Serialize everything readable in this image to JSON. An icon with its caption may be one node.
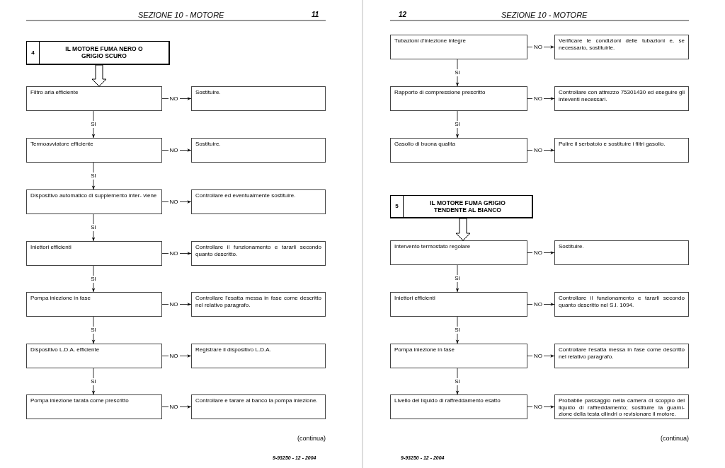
{
  "diagram": {
    "nodes": [
      {
        "text": [
          "4",
          "IL MOTORE FUMA NERO O GRIGIO SCURO"
        ]
      },
      {
        "text": [
          "Filtro aria efficiente"
        ]
      },
      {
        "text": [
          "Sostituire."
        ]
      },
      {
        "text": [
          "Termoavviatore efficiente"
        ]
      },
      {
        "text": [
          "Sostituire."
        ]
      },
      {
        "text": [
          "Dispositivo automatico di supplemento inter- viene"
        ]
      },
      {
        "text": [
          "Controllare ed eventualmente sostituire."
        ]
      },
      {
        "text": [
          "Iniettori efficienti"
        ]
      },
      {
        "text": [
          "Controllare il funzionamento e tararli secondo quanto descritto."
        ]
      },
      {
        "text": [
          "Pompa iniezione in fase"
        ]
      },
      {
        "text": [
          "Controllare l'esatta messa in fase come descritto nel relativo paragrafo."
        ]
      },
      {
        "text": [
          "Dispositivo L.D.A. efficiente"
        ]
      },
      {
        "text": [
          "Registrare il dispositivo L.D.A."
        ]
      },
      {
        "text": [
          "Pompa iniezione tarata come prescritto"
        ]
      },
      {
        "text": [
          "Controllare e tarare al banco la pompa iniezione."
        ]
      },
      {
        "text": [
          "Tubazioni d'iniezione integre"
        ]
      },
      {
        "text": [
          "Verificare le condizioni delle tubazioni e, se necessario, sostituirle."
        ]
      },
      {
        "text": [
          "Rapporto di compressione prescritto"
        ]
      },
      {
        "text": [
          "Controllare con attrezzo 75301430 ed eseguire gli inteventi necessari."
        ]
      },
      {
        "text": [
          "Gasolio di buona qualita"
        ]
      },
      {
        "text": [
          "Pulire il serbatoio e sostituire i filtri gasolio."
        ]
      },
      {
        "text": [
          "5",
          "IL MOTORE FUMA GRIGIO TENDENTE AL BIANCO"
        ]
      },
      {
        "text": [
          "Intervento termostato regolare"
        ]
      },
      {
        "text": [
          "Sostituire."
        ]
      },
      {
        "text": [
          "Iniettori efficienti"
        ]
      },
      {
        "text": [
          "Controllare il funzionamento e tararli secondo quanto descritto nel S.I. 1094."
        ]
      },
      {
        "text": [
          "Pompa iniezione in fase"
        ]
      },
      {
        "text": [
          "Controllare l'esatta messa in fase come descritto nel relativo paragrafo."
        ]
      },
      {
        "text": [
          "Livello del liquido di raffreddamento esatto"
        ]
      },
      {
        "text": [
          "Probabile passaggio nella camera di scoppio del liquido di raffreddamento; sostituire la guarni- zione della testa cilindri o revisionare il motore."
        ]
      }
    ],
    "edges": [
      {
        "from": 0,
        "to": 1,
        "arrow": "to",
        "style": "thick"
      },
      {
        "from": 1,
        "to": 2,
        "arrow": "to",
        "label": "NO"
      },
      {
        "from": 1,
        "to": 3,
        "arrow": "to",
        "label": "SI"
      },
      {
        "from": 3,
        "to": 4,
        "arrow": "to",
        "label": "NO"
      },
      {
        "from": 3,
        "to": 5,
        "arrow": "to",
        "label": "SI"
      },
      {
        "from": 5,
        "to": 6,
        "arrow": "to",
        "label": "NO"
      },
      {
        "from": 5,
        "to": 7,
        "arrow": "to",
        "label": "SI"
      },
      {
        "from": 7,
        "to": 8,
        "arrow": "to",
        "label": "NO"
      },
      {
        "from": 7,
        "to": 9,
        "arrow": "to",
        "label": "SI"
      },
      {
        "from": 9,
        "to": 10,
        "arrow": "to",
        "label": "NO"
      },
      {
        "from": 9,
        "to": 11,
        "arrow": "to",
        "label": "SI"
      },
      {
        "from": 11,
        "to": 12,
        "arrow": "to",
        "label": "NO"
      },
      {
        "from": 11,
        "to": 13,
        "arrow": "to",
        "label": "SI"
      },
      {
        "from": 13,
        "to": 14,
        "arrow": "to",
        "label": "NO"
      },
      {
        "from": 15,
        "to": 16,
        "arrow": "to",
        "label": "NO"
      },
      {
        "from": 15,
        "to": 17,
        "arrow": "to",
        "label": "SI"
      },
      {
        "from": 17,
        "to": 18,
        "arrow": "to",
        "label": "NO"
      },
      {
        "from": 17,
        "to": 19,
        "arrow": "to",
        "label": "SI"
      },
      {
        "from": 19,
        "to": 20,
        "arrow": "to",
        "label": "NO"
      },
      {
        "from": 21,
        "to": 22,
        "arrow": "to",
        "style": "thick"
      },
      {
        "from": 22,
        "to": 23,
        "arrow": "to",
        "label": "NO"
      },
      {
        "from": 22,
        "to": 24,
        "arrow": "to",
        "label": "SI"
      },
      {
        "from": 24,
        "to": 25,
        "arrow": "to",
        "label": "NO"
      },
      {
        "from": 24,
        "to": 26,
        "arrow": "to",
        "label": "SI"
      },
      {
        "from": 26,
        "to": 27,
        "arrow": "to",
        "label": "NO"
      },
      {
        "from": 26,
        "to": 28,
        "arrow": "to",
        "label": "SI"
      },
      {
        "from": 28,
        "to": 29,
        "arrow": "to",
        "label": "NO"
      }
    ],
    "labels": [
      "SEZIONE 10 - MOTORE",
      "11",
      "(continua)",
      "9-93250 - 12 - 2004",
      "12",
      "SEZIONE 10 - MOTORE",
      "(continua)",
      "9-93250 - 12 - 2004"
    ]
  }
}
